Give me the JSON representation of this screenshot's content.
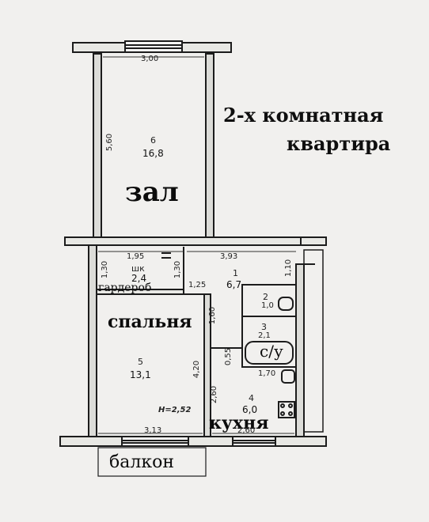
{
  "title": {
    "line1": "2-х комнатная",
    "line2": "квартира"
  },
  "rooms": [
    {
      "number": "6",
      "area": "16,8",
      "name": "зал"
    },
    {
      "number": "5",
      "area": "13,1",
      "name": "спальня"
    },
    {
      "number": "4",
      "area": "6,0",
      "name": "кухня"
    },
    {
      "number": "1",
      "area": "6,7"
    },
    {
      "number": "2",
      "area": "1,0"
    },
    {
      "number": "3",
      "area": "2,1",
      "name": "с/у"
    },
    {
      "number": "шк",
      "area": "2,4",
      "name": "гардероб"
    }
  ],
  "balcony_label": "балкон",
  "ceiling_height": "H=2,52",
  "dimensions": {
    "top_width": "3,00",
    "hall_length": "5,60",
    "wardrobe_width": "1,95",
    "wardrobe_depth_left": "1,30",
    "wardrobe_depth_right": "1,30",
    "corridor_width": "3,93",
    "corridor_side": "1,10",
    "bedroom_top": "1,25",
    "corridor_narrow": "1,60",
    "bedroom_length": "4,20",
    "bath_gap": "0,55",
    "bath_width": "1,70",
    "kitchen_side": "2,60",
    "bedroom_bottom": "3,13",
    "kitchen_bottom": "2,60"
  }
}
